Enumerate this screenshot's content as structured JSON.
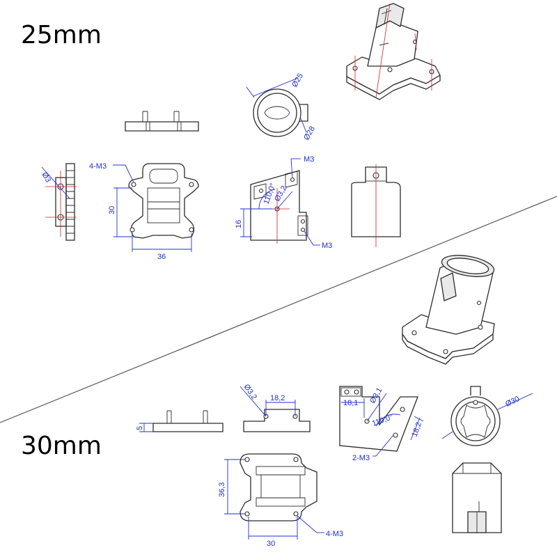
{
  "headings": {
    "size_25": "25mm",
    "size_30": "30mm"
  },
  "dims_25": {
    "diameter_25": "Ø25",
    "diameter_28": "Ø28",
    "diameter_3": "Ø3",
    "four_m3": "4-M3",
    "height_30": "30",
    "width_36": "36",
    "m3_top": "M3",
    "angle": "110,0°",
    "diameter_3_2": "Ø3,2",
    "height_16": "16",
    "m3_bottom": "M3"
  },
  "dims_30": {
    "diameter_3_2": "Ø3,2",
    "width_18_2": "18,2",
    "height_5": "5",
    "width_18_1": "18,1",
    "diameter_3_1": "Ø3,1",
    "angle": "110,0°",
    "depth_18_2": "18,2",
    "two_m3": "2-M3",
    "diameter_30": "Ø30",
    "height_36_3": "36,3",
    "width_30": "30",
    "four_m3": "4-M3"
  },
  "colors": {
    "dimension": "#1d2fd6",
    "centerline": "#d22020",
    "outline": "#2b2b2b"
  }
}
